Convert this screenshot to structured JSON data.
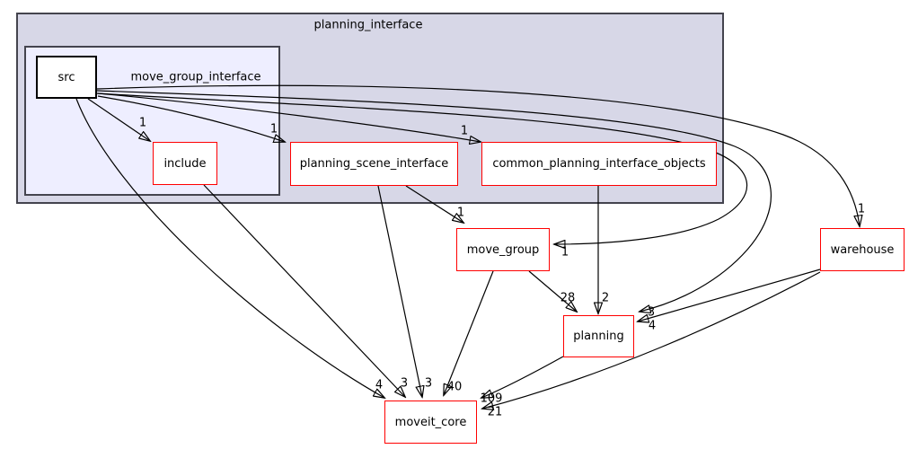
{
  "clusters": {
    "outer": {
      "label": "planning_interface"
    },
    "inner": {
      "label": "move_group_interface"
    }
  },
  "nodes": {
    "src": {
      "label": "src"
    },
    "include": {
      "label": "include"
    },
    "planning_scene_interface": {
      "label": "planning_scene_interface"
    },
    "common_planning_interface_objects": {
      "label": "common_planning_interface_objects"
    },
    "move_group": {
      "label": "move_group"
    },
    "warehouse": {
      "label": "warehouse"
    },
    "planning": {
      "label": "planning"
    },
    "moveit_core": {
      "label": "moveit_core"
    }
  },
  "edges": [
    {
      "from": "src",
      "to": "include",
      "count": "1"
    },
    {
      "from": "src",
      "to": "planning_scene_interface",
      "count": "1"
    },
    {
      "from": "src",
      "to": "common_planning_interface_objects",
      "count": "1"
    },
    {
      "from": "src",
      "to": "warehouse",
      "count": "1"
    },
    {
      "from": "src",
      "to": "move_group",
      "count": "1"
    },
    {
      "from": "src",
      "to": "planning",
      "count": "3"
    },
    {
      "from": "src",
      "to": "moveit_core",
      "count": "4"
    },
    {
      "from": "include",
      "to": "moveit_core",
      "count": "3"
    },
    {
      "from": "planning_scene_interface",
      "to": "move_group",
      "count": "1"
    },
    {
      "from": "planning_scene_interface",
      "to": "moveit_core",
      "count": "3"
    },
    {
      "from": "common_planning_interface_objects",
      "to": "planning",
      "count": "2"
    },
    {
      "from": "move_group",
      "to": "planning",
      "count": "28"
    },
    {
      "from": "move_group",
      "to": "moveit_core",
      "count": "40"
    },
    {
      "from": "planning",
      "to": "moveit_core",
      "count": "109"
    },
    {
      "from": "warehouse",
      "to": "planning",
      "count": "4"
    },
    {
      "from": "warehouse",
      "to": "moveit_core",
      "count": "21"
    }
  ],
  "colors": {
    "dependency_node_border": "#ff0000",
    "source_node_border": "#000000",
    "outer_cluster_fill": "#d7d7e7",
    "inner_cluster_fill": "#eeeeff",
    "cluster_border": "#44444e",
    "edge": "#000000"
  }
}
